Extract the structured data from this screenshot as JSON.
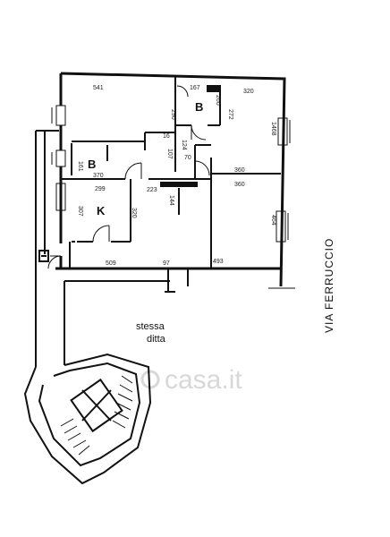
{
  "plan": {
    "rooms": {
      "bath1": "B",
      "bath2": "B",
      "kitchen": "K"
    },
    "dims": {
      "d541": "541",
      "d167": "167",
      "d320a": "320",
      "d290": "290",
      "d260": "260",
      "d272": "272",
      "d1468": "1468",
      "d16": "16",
      "d124": "124",
      "d107": "107",
      "d70": "70",
      "d161": "161",
      "d370": "370",
      "d360a": "360",
      "d299": "299",
      "d223": "223",
      "d360b": "360",
      "d307": "307",
      "d320b": "320",
      "d144": "144",
      "d464": "464",
      "d509": "509",
      "d97": "97",
      "d493": "493"
    },
    "note_line1": "stessa",
    "note_line2": "ditta",
    "street": "VIA FERRUCCIO",
    "watermark": "casa.it"
  }
}
